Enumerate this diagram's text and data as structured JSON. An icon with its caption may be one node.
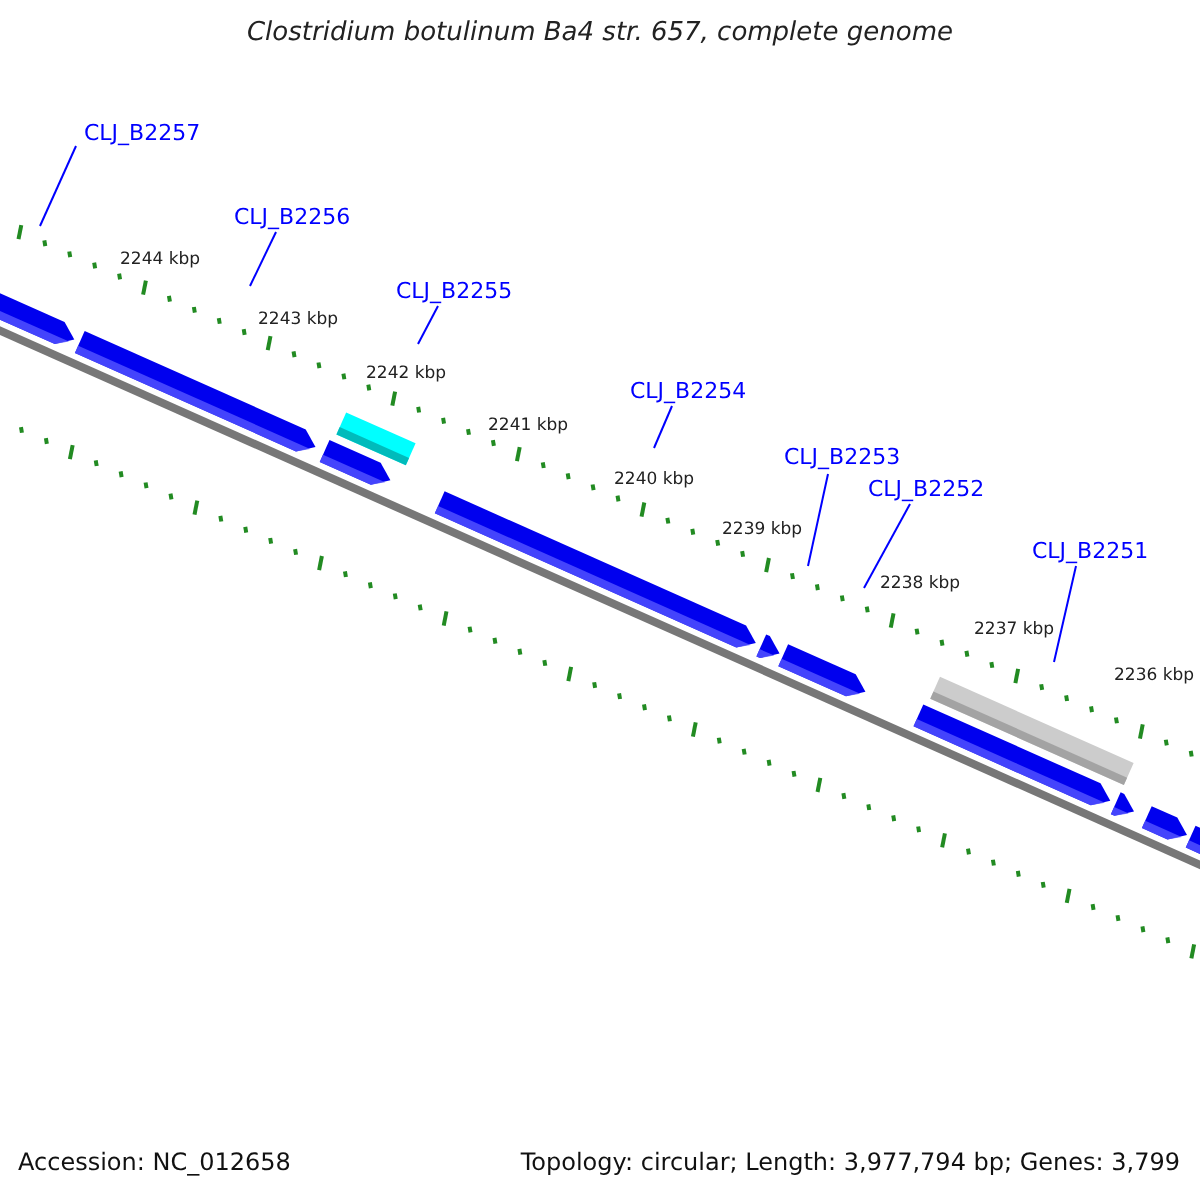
{
  "diagram": {
    "title": "Clostridium botulinum Ba4 str. 657, complete genome",
    "nodes": [
      {
        "text": [
          "CLJ_B2257"
        ]
      },
      {
        "text": [
          "CLJ_B2256"
        ]
      },
      {
        "text": [
          "CLJ_B2255"
        ]
      },
      {
        "text": [
          "CLJ_B2254"
        ]
      },
      {
        "text": [
          "CLJ_B2253"
        ]
      },
      {
        "text": [
          "CLJ_B2252"
        ]
      },
      {
        "text": [
          "CLJ_B2251"
        ]
      },
      {
        "text": [],
        "shape": "bar"
      },
      {
        "text": [],
        "shape": "bar"
      },
      {
        "text": [],
        "shape": "bar"
      },
      {
        "text": [],
        "shape": "bar"
      },
      {
        "text": [],
        "shape": "bar"
      },
      {
        "text": [],
        "shape": "bar"
      },
      {
        "text": [],
        "shape": "bar"
      },
      {
        "text": [],
        "shape": "bar"
      },
      {
        "text": [],
        "shape": "bar"
      },
      {
        "text": [],
        "shape": "bar"
      },
      {
        "text": [],
        "shape": "bar"
      },
      {
        "text": [],
        "shape": "bar"
      }
    ],
    "edges": [
      {
        "from": 0,
        "to": null,
        "arrow": "none"
      },
      {
        "from": 1,
        "to": null,
        "arrow": "none"
      },
      {
        "from": 2,
        "to": null,
        "arrow": "none"
      },
      {
        "from": 3,
        "to": null,
        "arrow": "none"
      },
      {
        "from": 4,
        "to": null,
        "arrow": "none"
      },
      {
        "from": 5,
        "to": null,
        "arrow": "none"
      },
      {
        "from": 6,
        "to": null,
        "arrow": "none"
      }
    ],
    "labels": [
      "2244 kbp",
      "2243 kbp",
      "2242 kbp",
      "2241 kbp",
      "2240 kbp",
      "2239 kbp",
      "2238 kbp",
      "2237 kbp",
      "2236 kbp",
      "Accession: NC_012658",
      "Topology: circular; Length: 3,977,794 bp; Genes: 3,799"
    ]
  }
}
